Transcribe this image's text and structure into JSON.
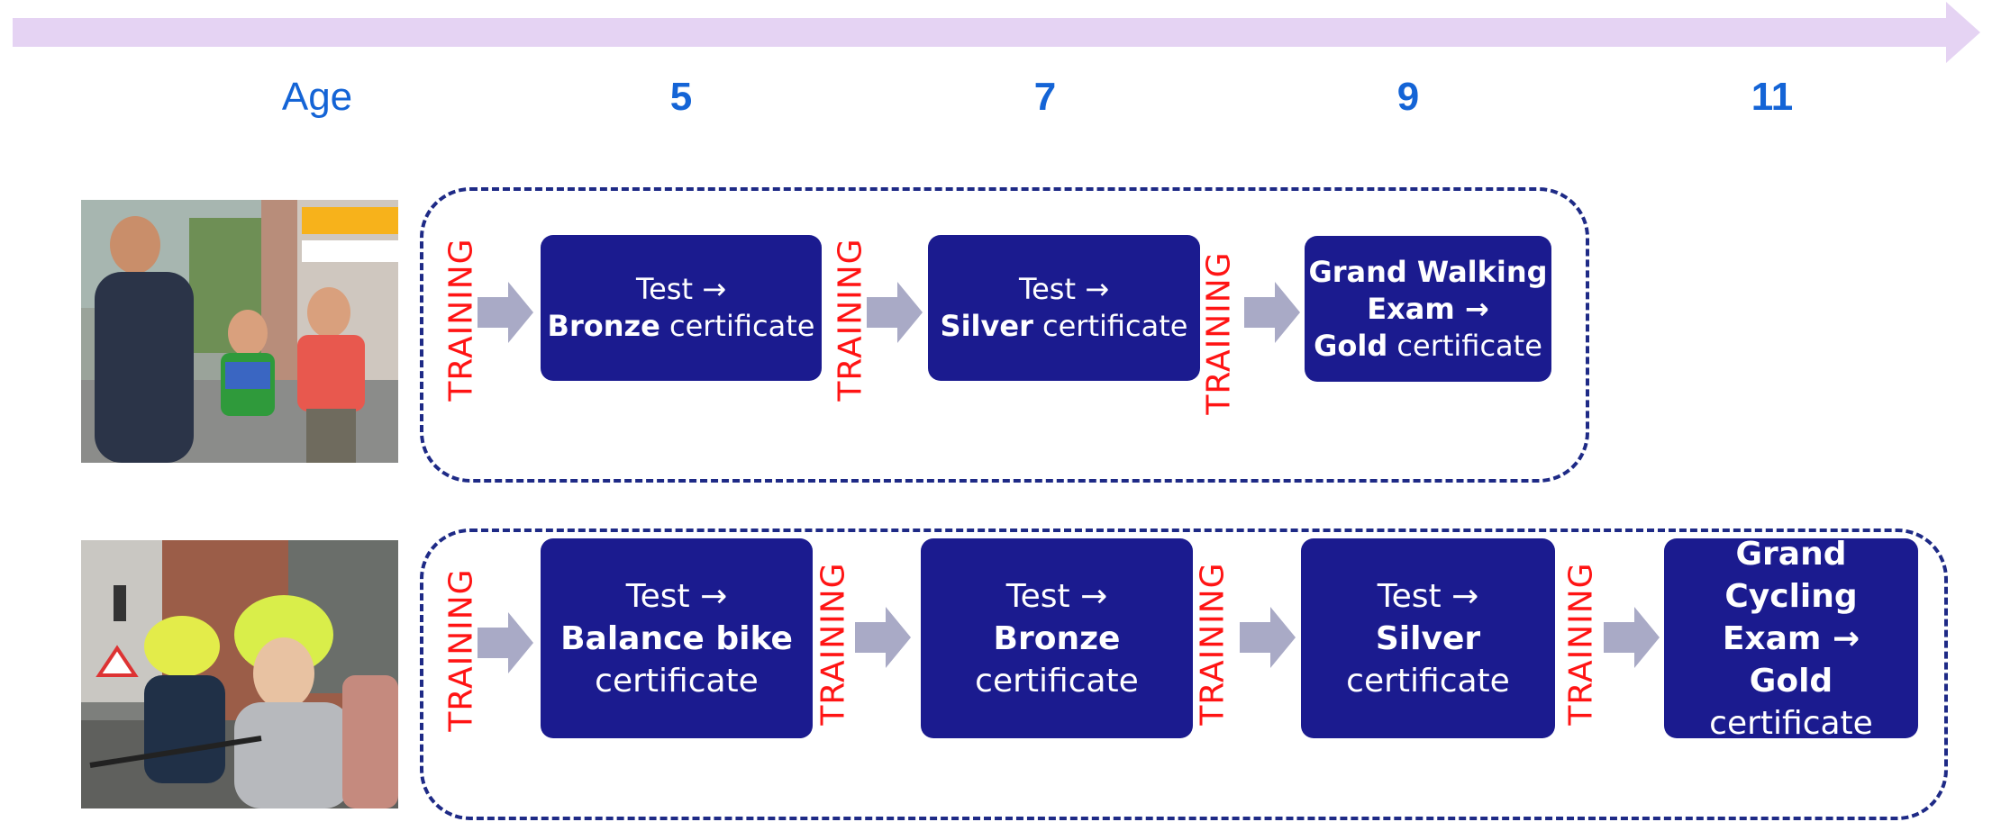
{
  "timeline": {
    "age_label": "Age",
    "ages": [
      "5",
      "7",
      "9",
      "11"
    ]
  },
  "training_label": "TRAINING",
  "walking_row": {
    "photo_icon": "family-walking-photo",
    "steps": [
      {
        "line1": "Test →",
        "bold": "Bronze",
        "rest": " certificate"
      },
      {
        "line1": "Test →",
        "bold": "Silver",
        "rest": " certificate"
      },
      {
        "line1": "Grand Walking",
        "line2": "Exam →",
        "bold": "Gold",
        "rest": " certificate"
      }
    ]
  },
  "cycling_row": {
    "photo_icon": "children-cycling-photo",
    "steps": [
      {
        "line1": "Test →",
        "bold": "Balance bike",
        "line3": "certificate"
      },
      {
        "line1": "Test →",
        "bold": "Bronze",
        "line3": "certificate"
      },
      {
        "line1": "Test →",
        "bold": "Silver",
        "line3": "certificate"
      },
      {
        "line1": "Grand Cycling",
        "line2": "Exam →",
        "bold": "Gold",
        "line3": "certificate"
      }
    ]
  },
  "colors": {
    "timeline": "#e5d3f3",
    "age_text": "#1464d6",
    "box": "#1b1b8f",
    "training": "#ff1414",
    "arrow": "#a9aac6",
    "dashed_border": "#1e2a86"
  }
}
